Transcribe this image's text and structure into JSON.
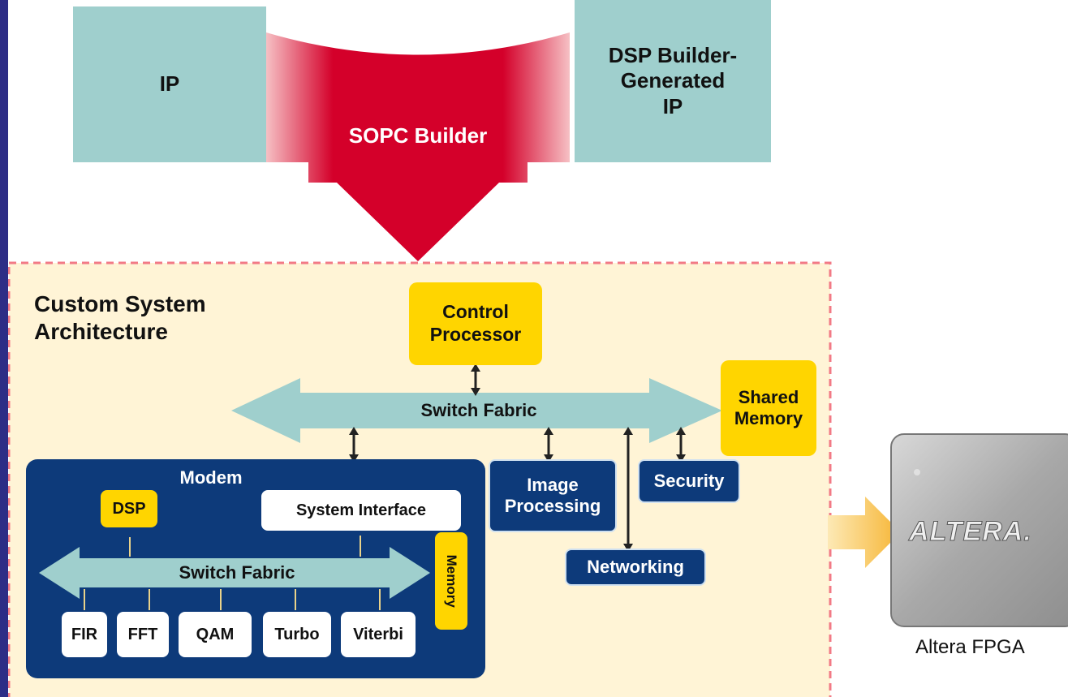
{
  "top": {
    "ip_label": "IP",
    "dsp_builder_label": "DSP Builder-\nGenerated\nIP",
    "sopc_label": "SOPC Builder"
  },
  "architecture": {
    "title": "Custom System\nArchitecture",
    "control_processor": "Control\nProcessor",
    "switch_fabric": "Switch Fabric",
    "shared_memory": "Shared\nMemory",
    "image_processing": "Image\nProcessing",
    "security": "Security",
    "networking": "Networking"
  },
  "modem": {
    "title": "Modem",
    "dsp": "DSP",
    "system_interface": "System Interface",
    "switch_fabric": "Switch Fabric",
    "memory": "Memory",
    "blocks": [
      "FIR",
      "FFT",
      "QAM",
      "Turbo",
      "Viterbi"
    ]
  },
  "fpga": {
    "logo": "ALTERA.",
    "caption": "Altera FPGA"
  },
  "colors": {
    "frame": "#2d2d86",
    "teal": "#9fcfcd",
    "red_arrow": "#d4002a",
    "yellow": "#ffd500",
    "navy": "#0d3a7a",
    "cream": "#fff4d6",
    "orange_arrow": "#f6b534"
  }
}
